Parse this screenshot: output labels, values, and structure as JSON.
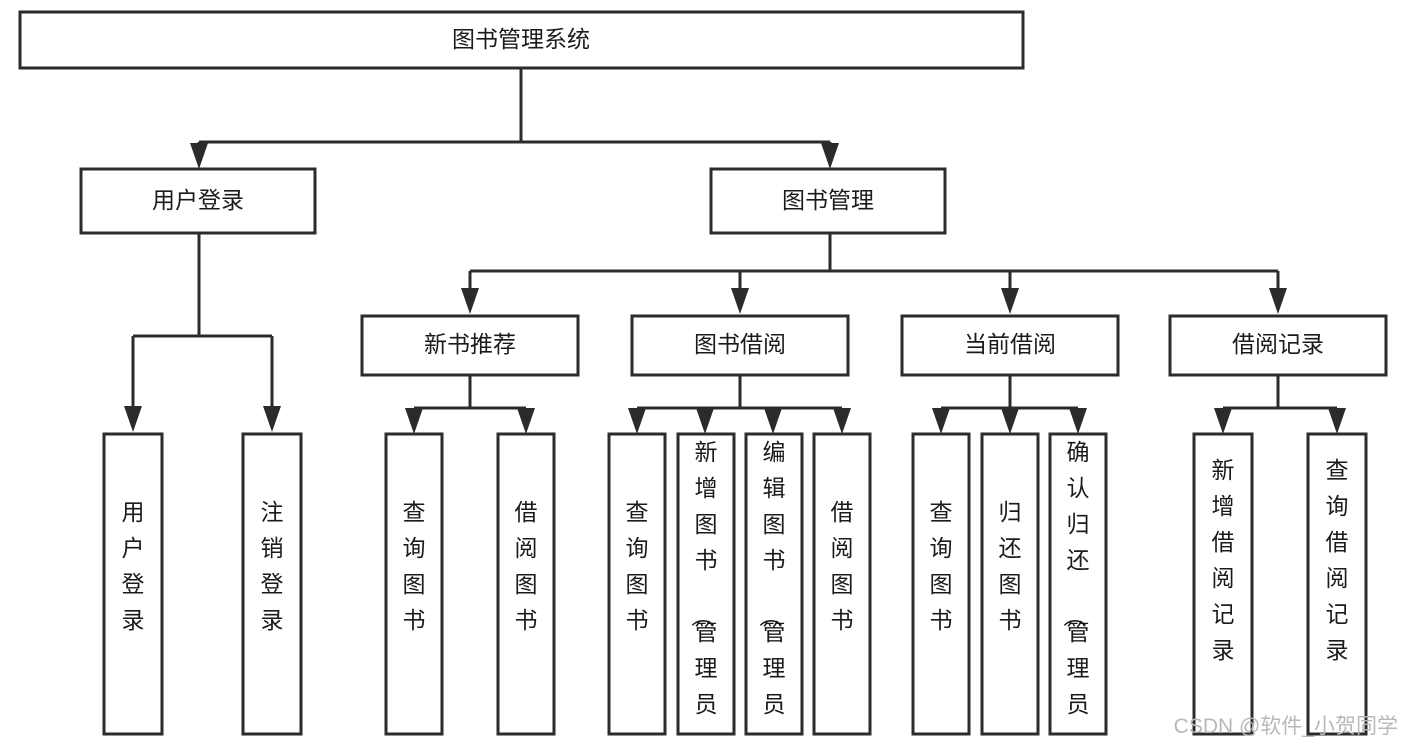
{
  "diagram": {
    "title": "图书管理系统",
    "type": "hierarchy-tree",
    "orientation": "top-down",
    "root": {
      "id": "root",
      "label": "图书管理系统"
    },
    "level2": [
      {
        "id": "user-login",
        "label": "用户登录"
      },
      {
        "id": "book-manage",
        "label": "图书管理"
      }
    ],
    "level3": [
      {
        "id": "new-book-recommend",
        "label": "新书推荐",
        "parent": "book-manage"
      },
      {
        "id": "book-borrow",
        "label": "图书借阅",
        "parent": "book-manage"
      },
      {
        "id": "current-borrow",
        "label": "当前借阅",
        "parent": "book-manage"
      },
      {
        "id": "borrow-record",
        "label": "借阅记录",
        "parent": "book-manage"
      }
    ],
    "leaves": [
      {
        "id": "leaf-user-login",
        "label": "用户登录",
        "parent": "user-login"
      },
      {
        "id": "leaf-logout-login",
        "label": "注销登录",
        "parent": "user-login"
      },
      {
        "id": "leaf-query-book-1",
        "label": "查询图书",
        "parent": "new-book-recommend"
      },
      {
        "id": "leaf-borrow-book-1",
        "label": "借阅图书",
        "parent": "new-book-recommend"
      },
      {
        "id": "leaf-query-book-2",
        "label": "查询图书",
        "parent": "book-borrow"
      },
      {
        "id": "leaf-add-book",
        "label": "新增图书（管理员）",
        "parent": "book-borrow"
      },
      {
        "id": "leaf-edit-book",
        "label": "编辑图书（管理员）",
        "parent": "book-borrow"
      },
      {
        "id": "leaf-borrow-book-2",
        "label": "借阅图书",
        "parent": "book-borrow"
      },
      {
        "id": "leaf-query-book-3",
        "label": "查询图书",
        "parent": "current-borrow"
      },
      {
        "id": "leaf-return-book",
        "label": "归还图书",
        "parent": "current-borrow"
      },
      {
        "id": "leaf-confirm-return",
        "label": "确认归还（管理员）",
        "parent": "current-borrow"
      },
      {
        "id": "leaf-add-record",
        "label": "新增借阅记录",
        "parent": "borrow-record"
      },
      {
        "id": "leaf-query-record",
        "label": "查询借阅记录",
        "parent": "borrow-record"
      }
    ]
  },
  "watermark": {
    "label": "CSDN @软件_小贺同学"
  },
  "colors": {
    "stroke": "#2b2b2b",
    "fill": "#ffffff",
    "text": "#1b1b1b",
    "watermark": "#b8b8b8"
  }
}
